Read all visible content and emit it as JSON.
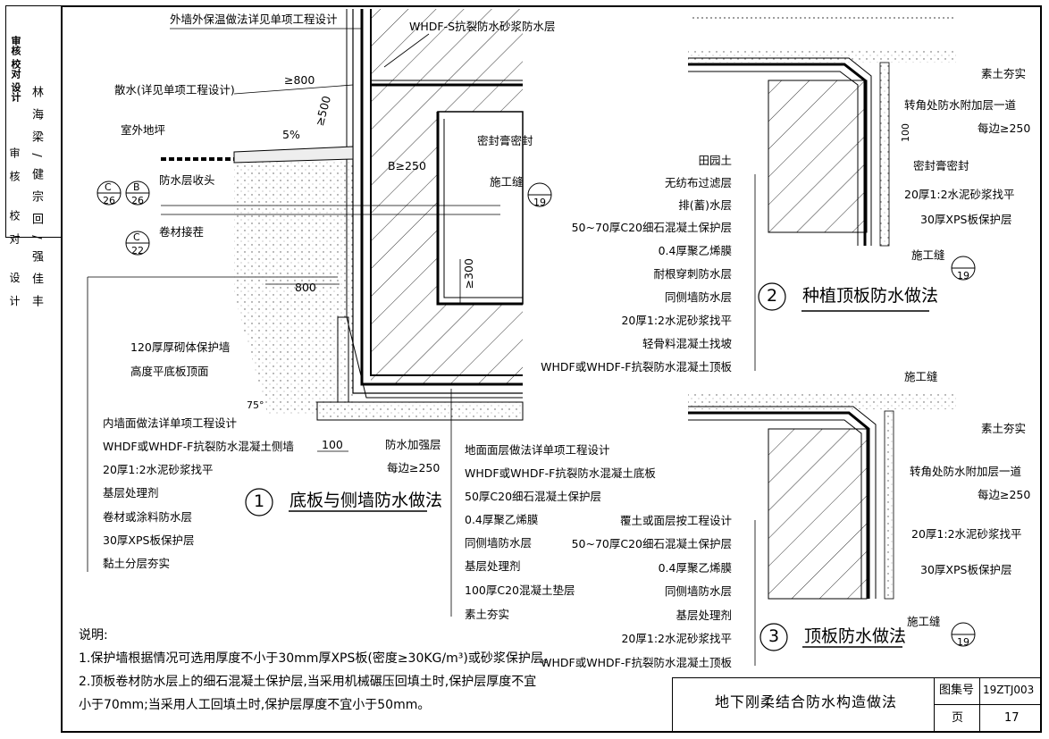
{
  "sidebar": {
    "signatures": "审核 校对 设计",
    "names": "林 海 梁 / 健 宗 回 / 强 佳 丰",
    "roles": [
      "审核",
      "校对",
      "设计"
    ]
  },
  "detail1": {
    "top_notes": [
      "外墙外保温做法详见单项工程设计",
      "WHDF-S抗裂防水砂浆防水层"
    ],
    "sanshui": "散水(详见单项工程设计)",
    "outdoor": "室外地坪",
    "dim_800_top": "≥800",
    "dim_500": "≥500",
    "slope": "5%",
    "seal": "密封膏密封",
    "b250": "B≥250",
    "fsc_end": "防水层收头",
    "ref_c26": {
      "top": "C",
      "bottom": "26"
    },
    "ref_b26": {
      "top": "B",
      "bottom": "26"
    },
    "ref_c22": {
      "top": "C",
      "bottom": "22"
    },
    "ref_19": {
      "top": "—",
      "bottom": "19"
    },
    "sgf": "施工缝",
    "jc_joint": "卷材接茬",
    "dim_300": "≥300",
    "dim_800": "800",
    "wall_note1": "120厚厚砌体保护墙",
    "wall_note2": "高度平底板顶面",
    "angle": "75°",
    "dim_100": "100",
    "reinforce1": "防水加强层",
    "reinforce2": "每边≥250",
    "left_layers": [
      "内墙面做法详单项工程设计",
      "WHDF或WHDF-F抗裂防水混凝土侧墙",
      "20厚1:2水泥砂浆找平",
      "基层处理剂",
      "卷材或涂料防水层",
      "30厚XPS板保护层",
      "黏土分层夯实"
    ],
    "right_layers": [
      "地面面层做法详单项工程设计",
      "WHDF或WHDF-F抗裂防水混凝土底板",
      "50厚C20细石混凝土保护层",
      "0.4厚聚乙烯膜",
      "同侧墙防水层",
      "基层处理剂",
      "100厚C20混凝土垫层",
      "素土夯实"
    ],
    "num": "1",
    "title": "底板与侧墙防水做法"
  },
  "detail2": {
    "soil": "素土夯实",
    "corner1": "转角处防水附加层一道",
    "corner2": "每边≥250",
    "dim100": "100",
    "seal": "密封膏密封",
    "mortar": "20厚1:2水泥砂浆找平",
    "xps": "30厚XPS板保护层",
    "sgf": "施工缝",
    "ref": {
      "top": "—",
      "bottom": "19"
    },
    "layers": [
      "田园土",
      "无纺布过滤层",
      "排(蓄)水层",
      "50~70厚C20细石混凝土保护层",
      "0.4厚聚乙烯膜",
      "耐根穿刺防水层",
      "同侧墙防水层",
      "20厚1:2水泥砂浆找平",
      "轻骨料混凝土找坡",
      "WHDF或WHDF-F抗裂防水混凝土顶板"
    ],
    "num": "2",
    "title": "种植顶板防水做法"
  },
  "detail3": {
    "sgf_top": "施工缝",
    "soil": "素土夯实",
    "corner1": "转角处防水附加层一道",
    "corner2": "每边≥250",
    "mortar": "20厚1:2水泥砂浆找平",
    "xps": "30厚XPS板保护层",
    "sgf": "施工缝",
    "ref": {
      "top": "—",
      "bottom": "19"
    },
    "layers": [
      "覆土或面层按工程设计",
      "50~70厚C20细石混凝土保护层",
      "0.4厚聚乙烯膜",
      "同侧墙防水层",
      "基层处理剂",
      "20厚1:2水泥砂浆找平",
      "WHDF或WHDF-F抗裂防水混凝土顶板"
    ],
    "num": "3",
    "title": "顶板防水做法"
  },
  "notes": {
    "heading": "说明:",
    "line1": "1.保护墙根据情况可选用厚度不小于30mm厚XPS板(密度≥30KG/m³)或砂浆保护层。",
    "line2": "2.顶板卷材防水层上的细石混凝土保护层,当采用机械碾压回填土时,保护层厚度不宜",
    "line3": "小于70mm;当采用人工回填土时,保护层厚度不宜小于50mm。"
  },
  "title_block": {
    "drawing_title": "地下刚柔结合防水构造做法",
    "atlas_label": "图集号",
    "atlas_value": "19ZTJ003",
    "page_label": "页",
    "page_value": "17"
  }
}
